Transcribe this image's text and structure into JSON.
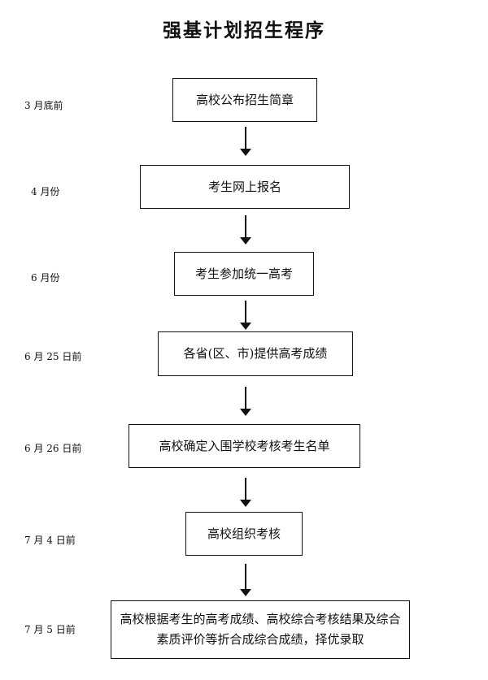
{
  "title": "强基计划招生程序",
  "steps": [
    {
      "date": "3 月底前",
      "text": "高校公布招生简章"
    },
    {
      "date": "4 月份",
      "text": "考生网上报名"
    },
    {
      "date": "6 月份",
      "text": "考生参加统一高考"
    },
    {
      "date": "6 月 25 日前",
      "text": "各省(区、市)提供高考成绩"
    },
    {
      "date": "6 月 26 日前",
      "text": "高校确定入围学校考核考生名单"
    },
    {
      "date": "7 月 4 日前",
      "text": "高校组织考核"
    },
    {
      "date": "7 月 5 日前",
      "text": "高校根据考生的高考成绩、高校综合考核结果及综合素质评价等折合成综合成绩，择优录取"
    }
  ]
}
